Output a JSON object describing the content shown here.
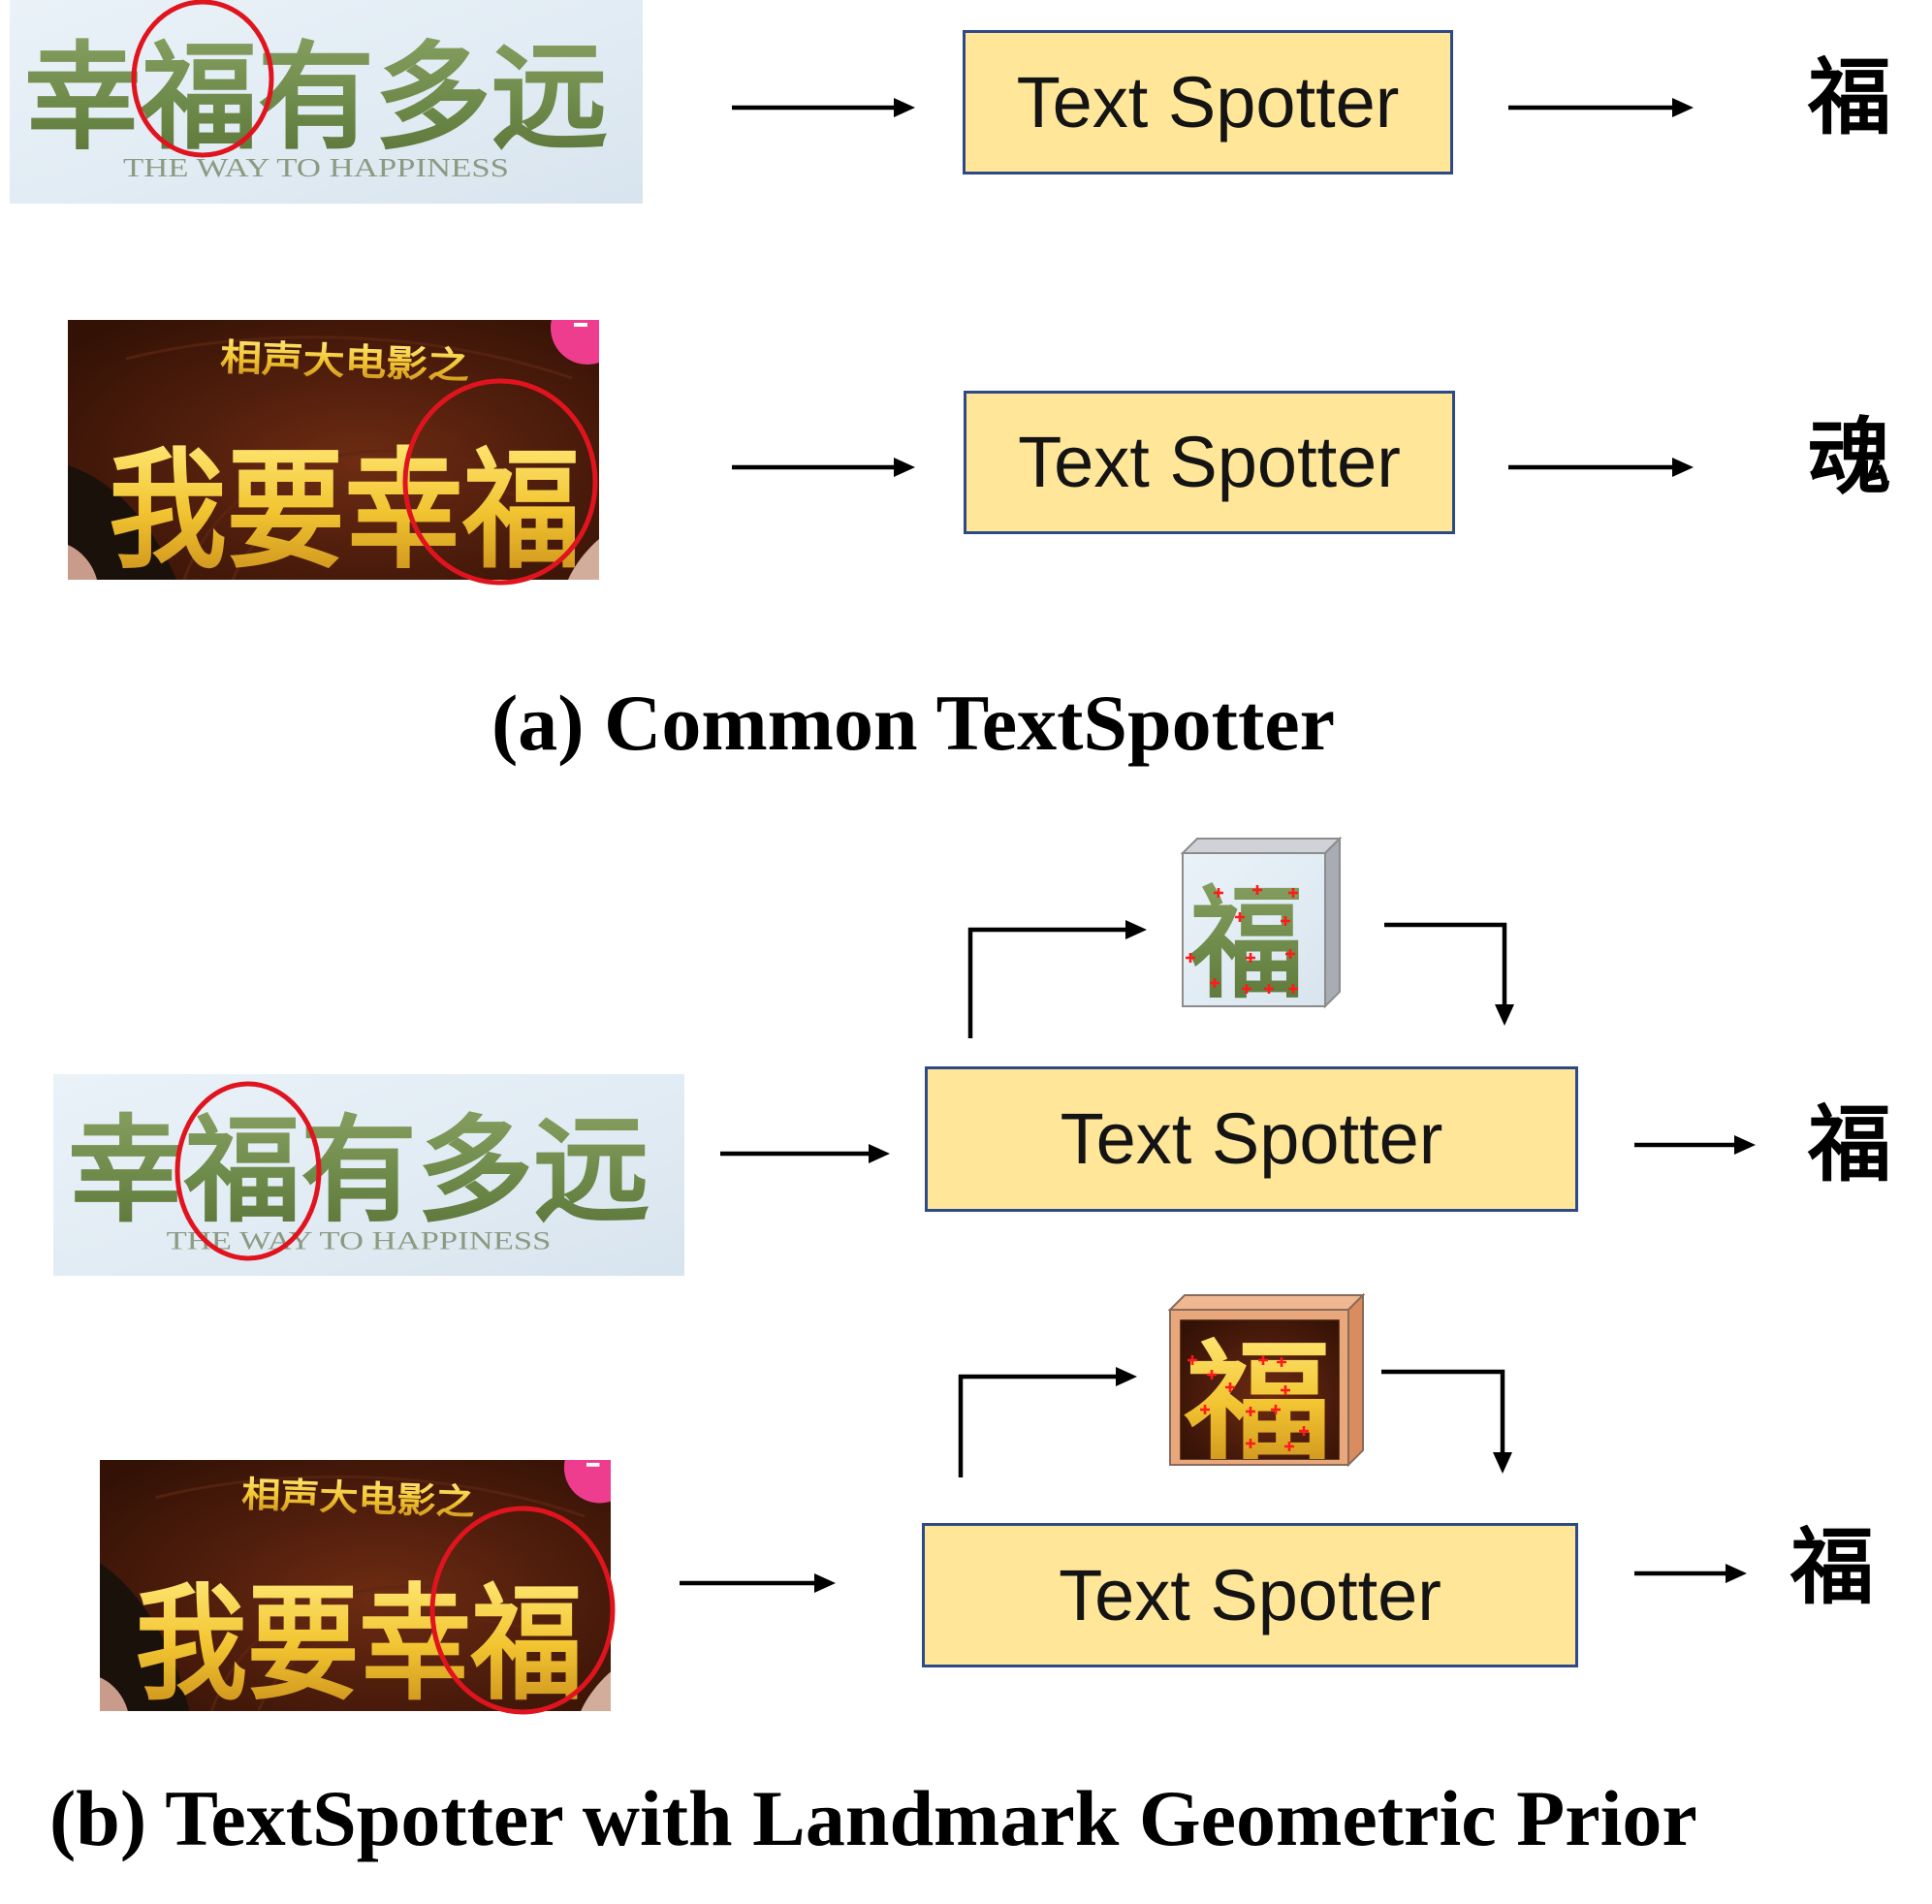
{
  "figure": {
    "section_a": {
      "caption": "(a) Common TextSpotter",
      "row_1": {
        "module_label": "Text Spotter",
        "output": "福"
      },
      "row_2": {
        "module_label": "Text Spotter",
        "output": "魂"
      }
    },
    "section_b": {
      "caption": "(b) TextSpotter with Landmark Geometric Prior",
      "row_1": {
        "module_label": "Text Spotter",
        "output": "福",
        "landmark_prior_glyph": "福"
      },
      "row_2": {
        "module_label": "Text Spotter",
        "output": "福",
        "landmark_prior_glyph": "福"
      }
    }
  },
  "input_images": {
    "light_poster": {
      "title": "幸福有多远",
      "subtitle": "THE WAY TO HAPPINESS"
    },
    "dark_poster": {
      "top_line": "相声大电影之",
      "title": "我要幸福"
    }
  },
  "colors": {
    "module_fill": "#FFE699",
    "module_border": "#2E4A86",
    "arrow": "#000000",
    "highlight_circle": "#E0141E",
    "landmark_marker": "#FF1A1A",
    "poster_green_ink": "#6E8A4A",
    "poster_light_bg": "#E2ECF4",
    "poster_dark_bg": "#4A1B0B",
    "poster_gold_ink": "#F2C531"
  }
}
